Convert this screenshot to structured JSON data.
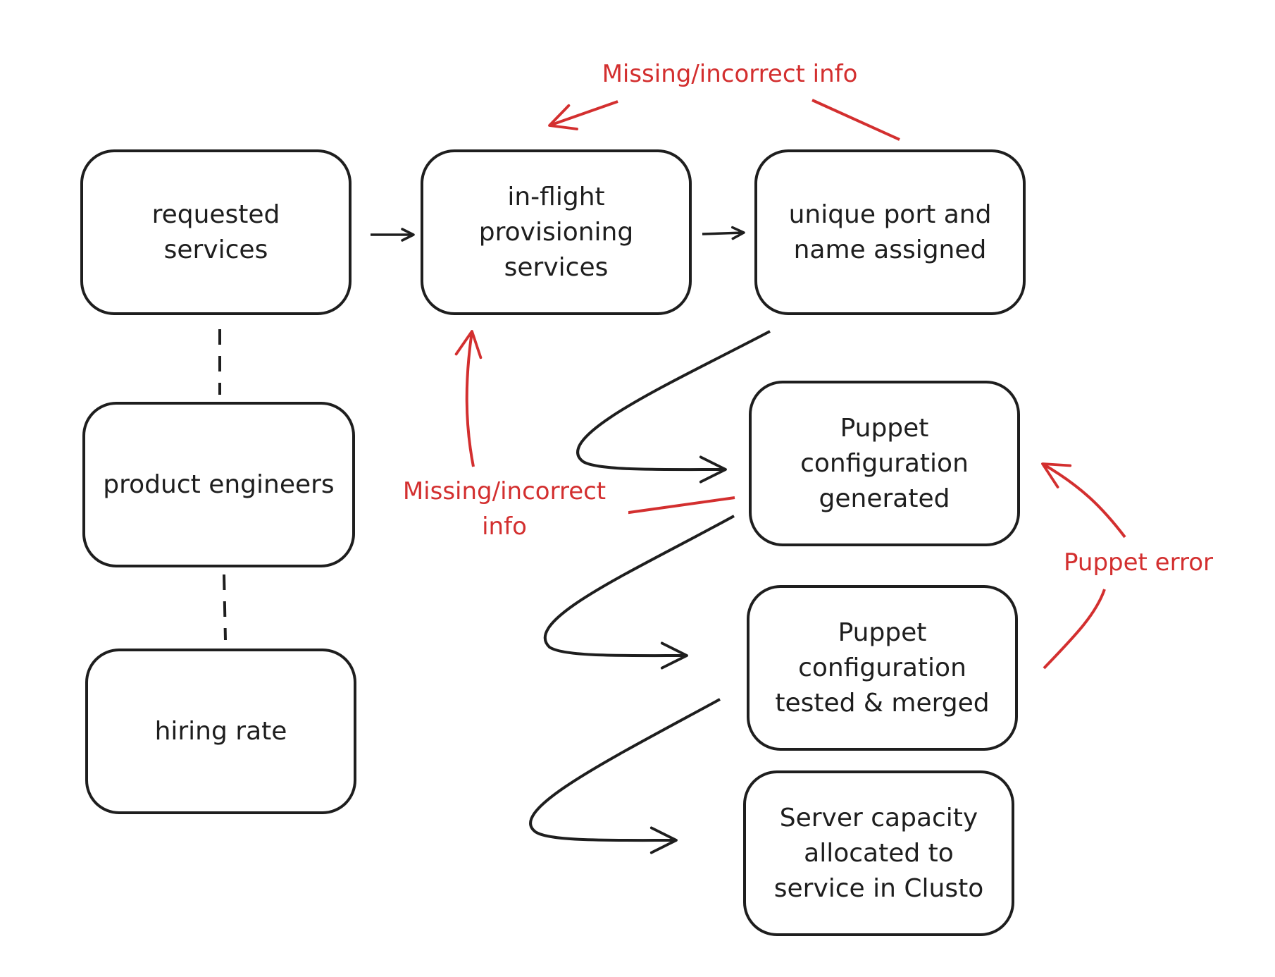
{
  "colors": {
    "stroke": "#1e1e1e",
    "feedback": "#d32f2f",
    "background": "#ffffff"
  },
  "nodes": {
    "requested": "requested\nservices",
    "inflight": "in-flight\nprovisioning\nservices",
    "unique": "unique port and\nname assigned",
    "engineers": "product engineers",
    "puppet_gen": "Puppet\nconfiguration\ngenerated",
    "hiring": "hiring rate",
    "puppet_test": "Puppet\nconfiguration\ntested & merged",
    "server": "Server capacity\nallocated to\nservice in Clusto"
  },
  "labels": {
    "missing_top": "Missing/incorrect info",
    "missing_mid": "Missing/incorrect\ninfo",
    "puppet_error": "Puppet error"
  }
}
